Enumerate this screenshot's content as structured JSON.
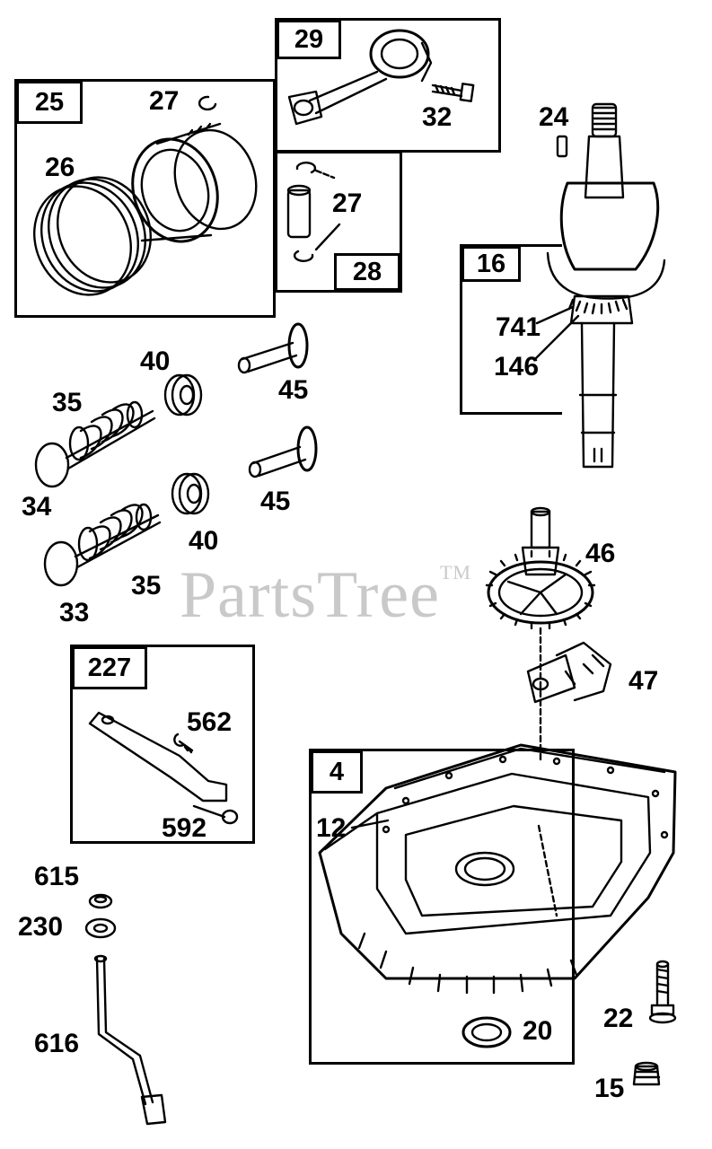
{
  "watermark": {
    "text": "PartsTree",
    "mark": "TM"
  },
  "groups": {
    "g25": "25",
    "g29": "29",
    "g28": "28",
    "g16": "16",
    "g227": "227",
    "g4": "4"
  },
  "parts": {
    "p27a": "27",
    "p26": "26",
    "p32": "32",
    "p27b": "27",
    "p24": "24",
    "p741": "741",
    "p146": "146",
    "p40a": "40",
    "p45a": "45",
    "p35a": "35",
    "p34": "34",
    "p45b": "45",
    "p40b": "40",
    "p35b": "35",
    "p33": "33",
    "p46": "46",
    "p47": "47",
    "p562": "562",
    "p592": "592",
    "p12": "12",
    "p615": "615",
    "p230": "230",
    "p616": "616",
    "p22": "22",
    "p20": "20",
    "p15": "15"
  }
}
